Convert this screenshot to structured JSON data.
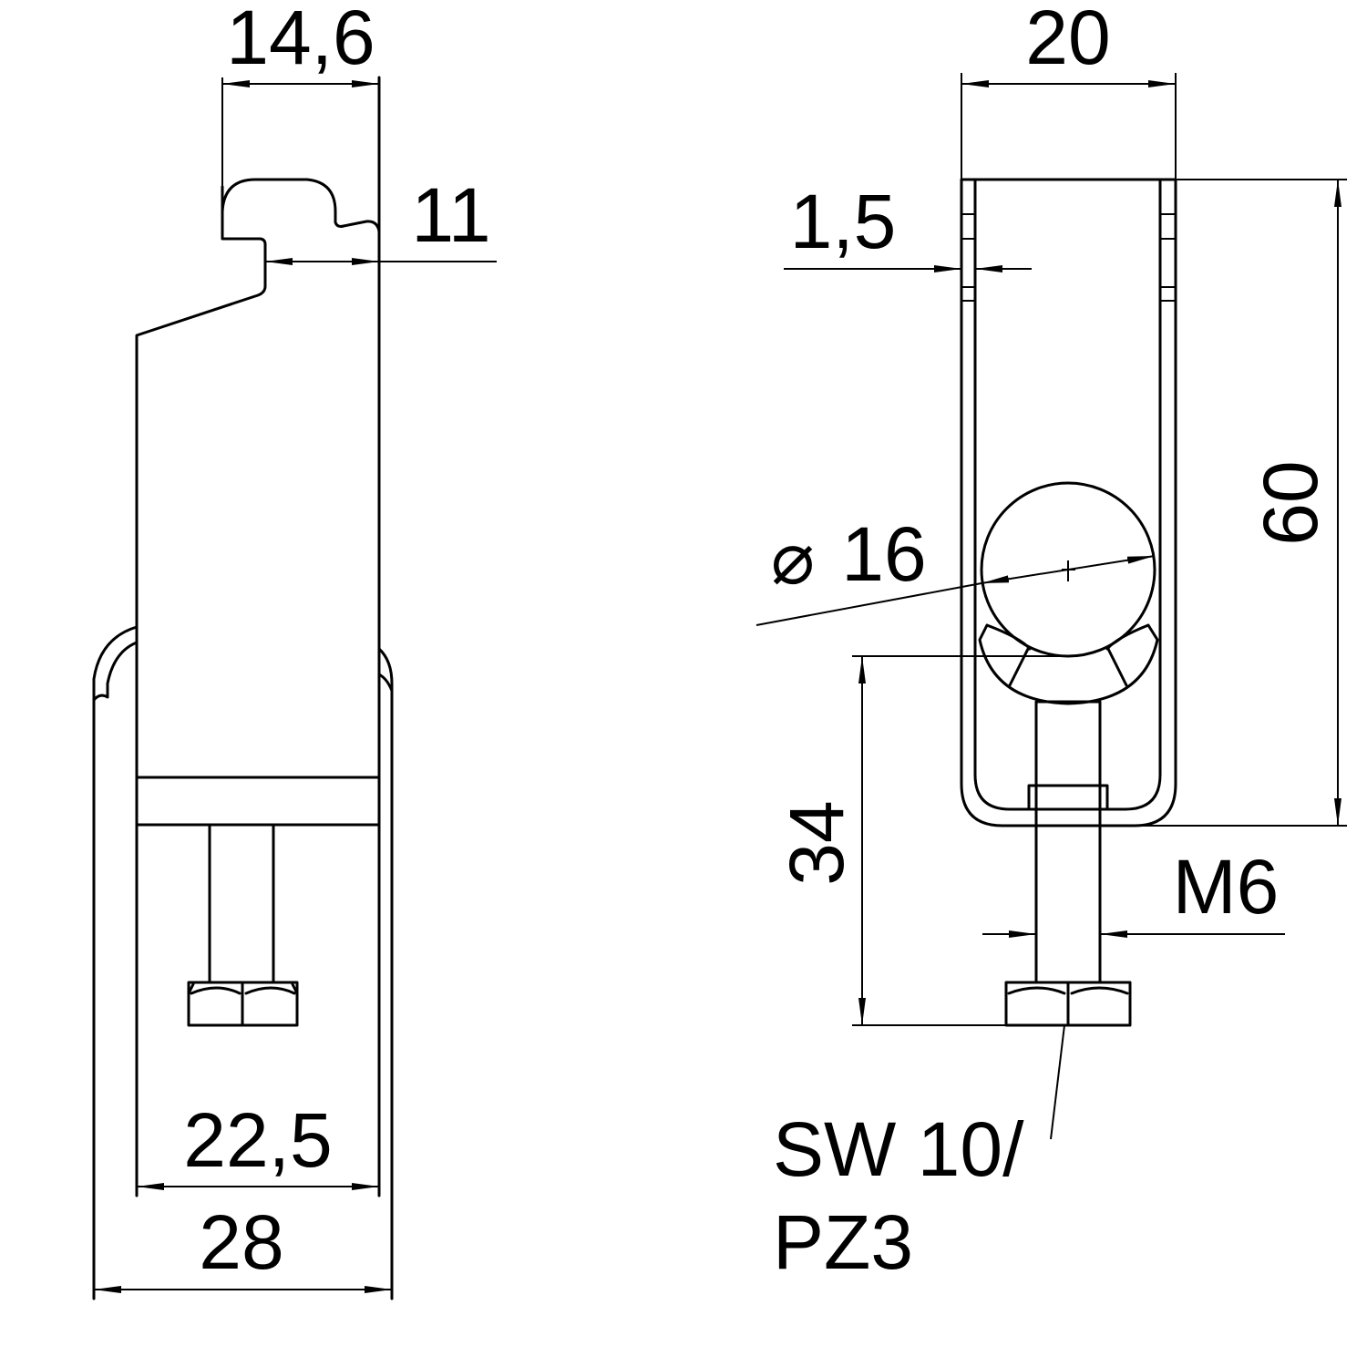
{
  "side_view": {
    "dims": {
      "top_width": "14,6",
      "hook_depth": "11",
      "inner_width": "22,5",
      "outer_width": "28"
    }
  },
  "front_view": {
    "dims": {
      "width": "20",
      "height": "60",
      "thickness": "1,5",
      "diameter": "16",
      "bolt_height": "34",
      "thread": "M6"
    },
    "diameter_symbol": "⌀",
    "callout": {
      "line1": "SW 10/",
      "line2": "PZ3"
    }
  },
  "colors": {
    "ink": "#000000",
    "background": "#ffffff"
  }
}
